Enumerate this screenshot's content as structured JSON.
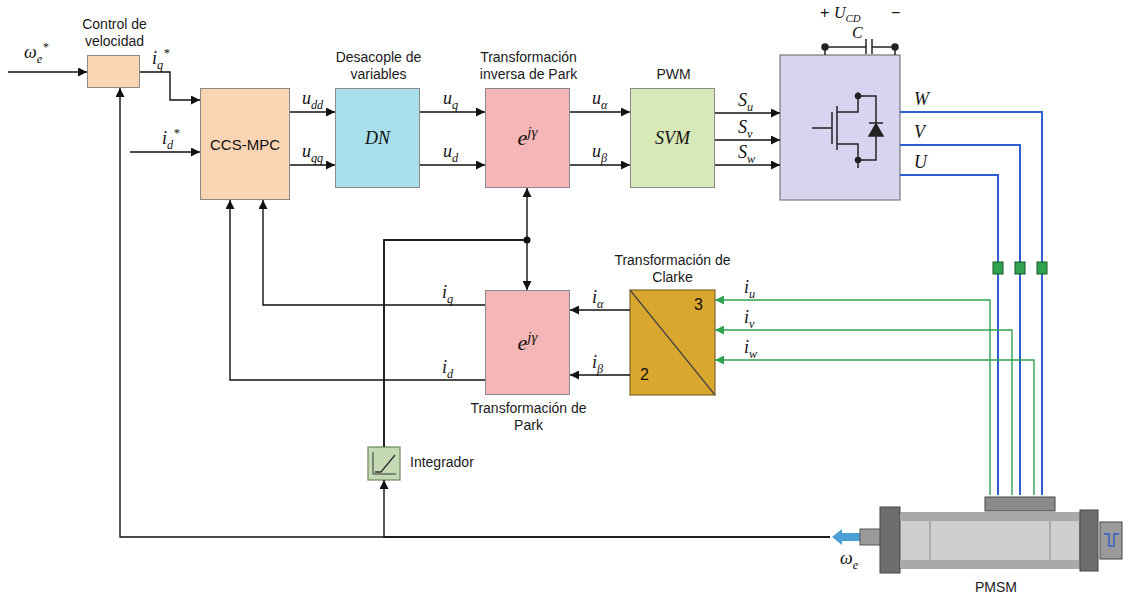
{
  "diagram": {
    "nodes": [
      {
        "text": [
          "Control de velocidad"
        ]
      },
      {
        "text": [
          "CCS-MPC"
        ]
      },
      {
        "text": [
          "Desacople de variables",
          "DN"
        ]
      },
      {
        "text": [
          "Transformación inversa de Park",
          "ejγ"
        ]
      },
      {
        "text": [
          "PWM",
          "SVM"
        ]
      },
      {
        "text": [
          "+",
          "UCD",
          "−",
          "C"
        ]
      },
      {
        "text": [
          "ejγ",
          "Transformación de Park"
        ]
      },
      {
        "text": [
          "Transformación de Clarke",
          "3",
          "2"
        ]
      },
      {
        "text": [
          "Integrador"
        ]
      },
      {
        "text": [
          "PMSM"
        ]
      }
    ],
    "edges": [
      {
        "from": 0,
        "to": 1,
        "arrow": "to",
        "label": "iq*"
      },
      {
        "from": 1,
        "to": 2,
        "arrow": "to",
        "label": "udd"
      },
      {
        "from": 1,
        "to": 2,
        "arrow": "to",
        "label": "uqq"
      },
      {
        "from": 2,
        "to": 3,
        "arrow": "to",
        "label": "uq"
      },
      {
        "from": 2,
        "to": 3,
        "arrow": "to",
        "label": "ud"
      },
      {
        "from": 3,
        "to": 4,
        "arrow": "to",
        "label": "uα"
      },
      {
        "from": 3,
        "to": 4,
        "arrow": "to",
        "label": "uβ"
      },
      {
        "from": 4,
        "to": 5,
        "arrow": "to",
        "label": "Su"
      },
      {
        "from": 4,
        "to": 5,
        "arrow": "to",
        "label": "Sv"
      },
      {
        "from": 4,
        "to": 5,
        "arrow": "to",
        "label": "Sw"
      },
      {
        "from": 5,
        "to": 9,
        "arrow": "none",
        "label": "W"
      },
      {
        "from": 5,
        "to": 9,
        "arrow": "none",
        "label": "V"
      },
      {
        "from": 5,
        "to": 9,
        "arrow": "none",
        "label": "U"
      },
      {
        "from": 9,
        "to": 7,
        "arrow": "to",
        "label": "iu"
      },
      {
        "from": 9,
        "to": 7,
        "arrow": "to",
        "label": "iv"
      },
      {
        "from": 9,
        "to": 7,
        "arrow": "to",
        "label": "iw"
      },
      {
        "from": 7,
        "to": 6,
        "arrow": "to",
        "label": "iα"
      },
      {
        "from": 7,
        "to": 6,
        "arrow": "to",
        "label": "iβ"
      },
      {
        "from": 6,
        "to": 1,
        "arrow": "to",
        "label": "iq"
      },
      {
        "from": 6,
        "to": 1,
        "arrow": "to",
        "label": "id"
      },
      {
        "from": 8,
        "to": 3,
        "arrow": "to"
      },
      {
        "from": 8,
        "to": 6,
        "arrow": "to"
      },
      {
        "from": 9,
        "to": 0,
        "arrow": "to"
      },
      {
        "from": 9,
        "to": 8,
        "arrow": "to"
      }
    ],
    "labels": [
      "ωe*",
      "id*",
      "ωe"
    ]
  }
}
